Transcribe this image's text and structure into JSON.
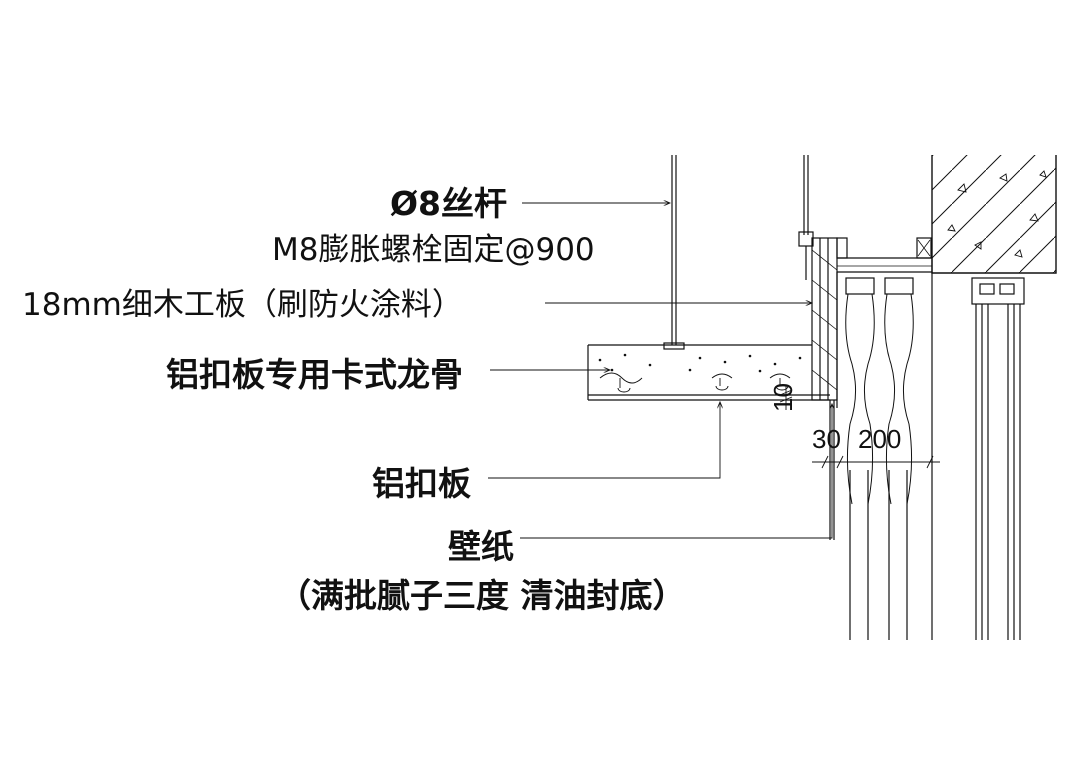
{
  "labels": {
    "threaded_rod": "Ø8丝杆",
    "expansion_bolt": "M8膨胀螺栓固定@900",
    "plywood": "18mm细木工板（刷防火涂料）",
    "keel": "铝扣板专用卡式龙骨",
    "aluminum_panel": "铝扣板",
    "wallpaper": "壁纸",
    "wallpaper_note": "（满批腻子三度  清油封底）"
  },
  "dimensions": {
    "d1": "30",
    "d2": "200",
    "d3": "10"
  },
  "colors": {
    "line": "#111111",
    "background": "#ffffff"
  }
}
